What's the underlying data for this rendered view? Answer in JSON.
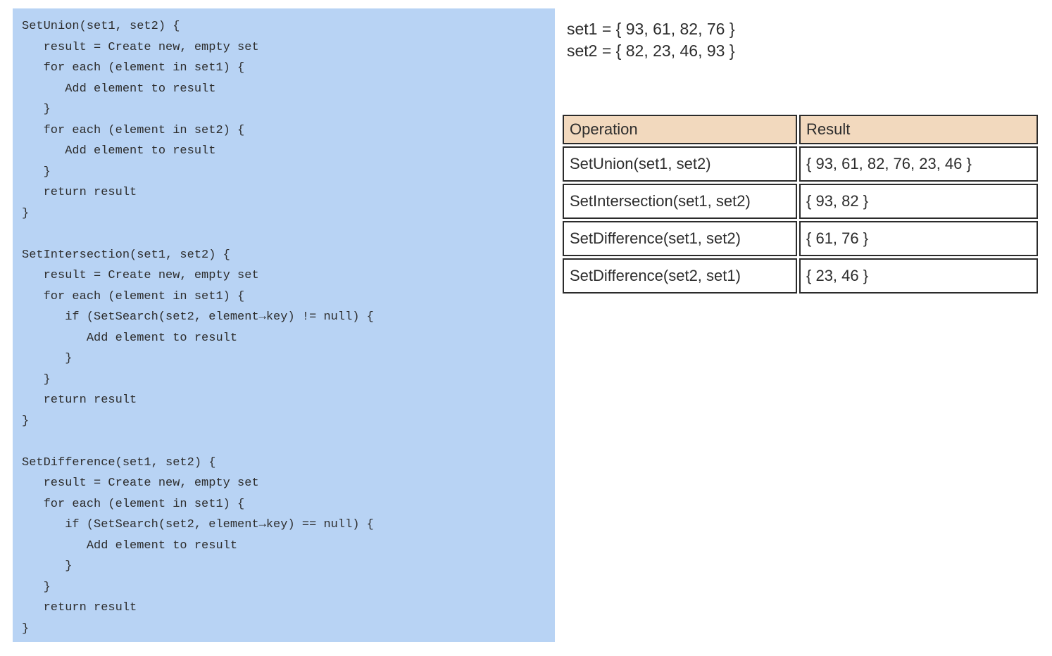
{
  "colors": {
    "code_box_bg": "#B8D3F4",
    "table_header_bg": "#F2D9BE",
    "border_color": "#2B2B2B",
    "text_color": "#2D2D2D"
  },
  "code": {
    "lines": [
      "SetUnion(set1, set2) {",
      "   result = Create new, empty set",
      "   for each (element in set1) {",
      "      Add element to result",
      "   }",
      "   for each (element in set2) {",
      "      Add element to result",
      "   }",
      "   return result",
      "}",
      "",
      "SetIntersection(set1, set2) {",
      "   result = Create new, empty set",
      "   for each (element in set1) {",
      "      if (SetSearch(set2, element→key) != null) {",
      "         Add element to result",
      "      }",
      "   }",
      "   return result",
      "}",
      "",
      "SetDifference(set1, set2) {",
      "   result = Create new, empty set",
      "   for each (element in set1) {",
      "      if (SetSearch(set2, element→key) == null) {",
      "         Add element to result",
      "      }",
      "   }",
      "   return result",
      "}"
    ]
  },
  "sets": {
    "set1": "set1 = { 93, 61, 82, 76 }",
    "set2": "set2 = { 82, 23, 46, 93 }"
  },
  "table": {
    "headers": [
      "Operation",
      "Result"
    ],
    "rows": [
      {
        "operation": "SetUnion(set1, set2)",
        "result": "{ 93, 61, 82, 76, 23, 46 }"
      },
      {
        "operation": "SetIntersection(set1, set2)",
        "result": "{ 93, 82 }"
      },
      {
        "operation": "SetDifference(set1, set2)",
        "result": "{ 61, 76 }"
      },
      {
        "operation": "SetDifference(set2, set1)",
        "result": "{ 23, 46 }"
      }
    ]
  }
}
